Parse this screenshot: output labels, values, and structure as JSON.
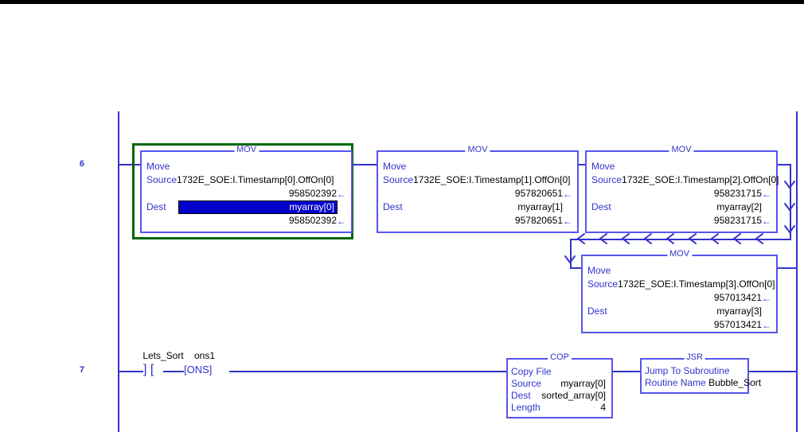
{
  "rungs": [
    {
      "number": "6"
    },
    {
      "number": "7"
    }
  ],
  "blocks": {
    "mov0": {
      "title": "MOV",
      "name_label": "Move",
      "source_label": "Source",
      "source_operand": "1732E_SOE:I.Timestamp[0].OffOn[0]",
      "source_value": "958502392",
      "dest_label": "Dest",
      "dest_operand": "myarray[0]",
      "dest_value": "958502392",
      "selected": "true"
    },
    "mov1": {
      "title": "MOV",
      "name_label": "Move",
      "source_label": "Source",
      "source_operand": "1732E_SOE:I.Timestamp[1].OffOn[0]",
      "source_value": "957820651",
      "dest_label": "Dest",
      "dest_operand": "myarray[1]",
      "dest_value": "957820651"
    },
    "mov2": {
      "title": "MOV",
      "name_label": "Move",
      "source_label": "Source",
      "source_operand": "1732E_SOE:I.Timestamp[2].OffOn[0]",
      "source_value": "958231715",
      "dest_label": "Dest",
      "dest_operand": "myarray[2]",
      "dest_value": "958231715"
    },
    "mov3": {
      "title": "MOV",
      "name_label": "Move",
      "source_label": "Source",
      "source_operand": "1732E_SOE:I.Timestamp[3].OffOn[0]",
      "source_value": "957013421",
      "dest_label": "Dest",
      "dest_operand": "myarray[3]",
      "dest_value": "957013421"
    },
    "cop": {
      "title": "COP",
      "name_label": "Copy File",
      "source_label": "Source",
      "source_operand": "myarray[0]",
      "dest_label": "Dest",
      "dest_operand": "sorted_array[0]",
      "length_label": "Length",
      "length_value": "4"
    },
    "jsr": {
      "title": "JSR",
      "name_label": "Jump To Subroutine",
      "routine_label": "Routine Name",
      "routine_value": "Bubble_Sort"
    }
  },
  "contacts": {
    "xic": {
      "tag": "Lets_Sort",
      "glyph": "] ["
    },
    "ons": {
      "tag": "ons1",
      "glyph": "[ONS]"
    }
  },
  "colors": {
    "rail": "#3333cc",
    "block_border": "#5555ee",
    "label_blue": "#3333cc",
    "operand_black": "#000000",
    "selection_green": "#006600",
    "selection_fill": "#0000cc"
  }
}
